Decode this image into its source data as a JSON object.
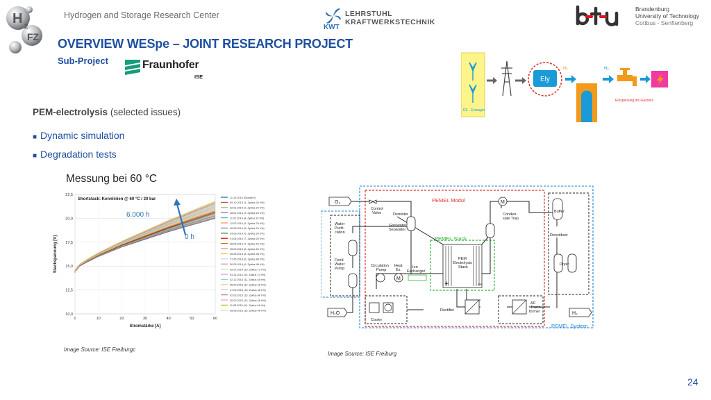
{
  "header": {
    "org_name": "Hydrogen and Storage Research Center",
    "kwt_line1": "LEHRSTUHL",
    "kwt_line2": "KRAFTWERKSTECHNIK",
    "kwt_abbrev": "KWT",
    "btu_line1": "Brandenburg",
    "btu_line2": "University of Technology",
    "btu_line3": "Cottbus - Senftenberg"
  },
  "title": "OVERVIEW WESpe – JOINT RESEARCH PROJECT",
  "subproject_label": "Sub-Project",
  "fraunhofer": {
    "name": "Fraunhofer",
    "unit": "ISE"
  },
  "section": {
    "head": "PEM-electrolysis",
    "qualifier": "(selected issues)"
  },
  "bullets": [
    {
      "marker": "■",
      "text": "Dynamic simulation"
    },
    {
      "marker": "■",
      "text": "Degradation tests"
    }
  ],
  "process_schematic": {
    "ely_label": "Ely",
    "h2_label": "H₂",
    "h2_label_small": "H₂",
    "ee_label": "EE - Erzeuger",
    "feed_label": "Einspeisung ins Gasnetz",
    "colors": {
      "blue": "#1a9ad6",
      "yellow": "#fff48a",
      "magenta": "#f03aa0",
      "orange": "#f49a1a",
      "ring": "#e03030"
    }
  },
  "chart_heading": "Messung bei 60 °C",
  "chart_data": {
    "type": "line",
    "title": "Shortstack: Kennlinien @ 60 °C / 30 bar",
    "xlabel": "Stromstärke [A]",
    "ylabel": "Stackspannung [V]",
    "xlim": [
      0,
      60
    ],
    "ylim": [
      10.0,
      22.5
    ],
    "xticks": [
      "0",
      "10",
      "20",
      "30",
      "40",
      "50",
      "60"
    ],
    "yticks": [
      "10,0",
      "12,5",
      "15,0",
      "17,5",
      "20,0",
      "22,5"
    ],
    "grid": true,
    "legend_placement": "right",
    "annotation_high": "6.000 h",
    "annotation_low": "0 h",
    "annotation_color": "#2e75b6",
    "x": [
      0,
      2,
      5,
      10,
      20,
      30,
      40,
      50,
      60
    ],
    "series_low_y": [
      14.4,
      15.0,
      15.4,
      16.0,
      17.0,
      17.8,
      18.6,
      19.3,
      20.0
    ],
    "series_high_y": [
      14.6,
      15.2,
      15.7,
      16.4,
      17.6,
      18.7,
      19.8,
      20.8,
      21.8
    ],
    "series_count": 23,
    "legend": [
      "11.10.2013 (Stunde 0)",
      "09.10.2013 (1. Zyklus 24 h%)",
      "02.01.2014 (2. Zyklus 24 h%)",
      "28.01.2014 (3. Zyklus 24 h%)",
      "11.02.2014 (4. Zyklus 24 h%)",
      "12.02.2014 (5. Zyklus 24 h%)",
      "06.03.2014 (5. Zyklus 24 h%)",
      "24.03.2014 (6. Zyklus 24 h%)",
      "01.04.2014 (7. Zyklus 24 h%)",
      "08.04.2014 (7. Zyklus 24 h%)",
      "05.05.2014 (8. Zyklus 24 h%)",
      "26.05.2014 (8. Zyklus 48 h%)",
      "27.05.2014 (8. Zyklus 48 h%)",
      "30.05.2014 (9. Zyklus 48 h%)",
      "02.07.2014 (10. Zyklus 72 h%)",
      "04.11.2014 (10. Zyklus 72 h%)",
      "02.12.2014 (11. Zyklus 48 h%)",
      "05.02.2015 (12. Zyklus 48 h%)",
      "27.02.2015 (13. Zyklus 48 h%)",
      "02.03.2015 (13. Zyklus 48 h%)",
      "20.03.2015 (13. Zyklus 48 h%)",
      "11.05.2015 (14. Zyklus 48 h%)",
      "05.06.2015 (15. Zyklus 48 h%)"
    ]
  },
  "pemel": {
    "o2": "O₂",
    "h2o": "H₂O",
    "h2": "H₂",
    "modul": "PEMEL Modul",
    "stack": "PEMEL Stack",
    "system": "PEMEL System",
    "control_valve": [
      "Control",
      "Valve"
    ],
    "demister": "Demister",
    "gas_water_sep": [
      "Gas/water",
      "Separator"
    ],
    "condensate_trap": [
      "Conden-",
      "sate Trap"
    ],
    "buffer": "Buffer",
    "deoxidiser": "Deoxidiser",
    "dryer": "Dryer",
    "water_purification": [
      "Water",
      "Purifi-",
      "cation"
    ],
    "feed_water_pump": [
      "Feed",
      "Water",
      "Pump"
    ],
    "circulation_pump": [
      "Circulation",
      "Pump"
    ],
    "heat_ex": [
      "Heat",
      "Ex."
    ],
    "ion_exchanger": [
      "Ion",
      "Exchanger"
    ],
    "electrolysis_stack": [
      "PEM",
      "Electrolysis",
      "Stack"
    ],
    "cooler": "Cooler",
    "rectifier": "Rectifier",
    "transformer": [
      "AC",
      "Trans-",
      "former"
    ],
    "motor_symbol": "M",
    "plus": "+",
    "minus": "–",
    "colors": {
      "red": "#e03030",
      "green": "#2eb33a",
      "blue": "#1a7fd0",
      "black": "#222222"
    }
  },
  "source_left": "Image Source: ISE Freiburgc",
  "source_right": "Image Source: ISE Freiburg",
  "page_number": "24"
}
